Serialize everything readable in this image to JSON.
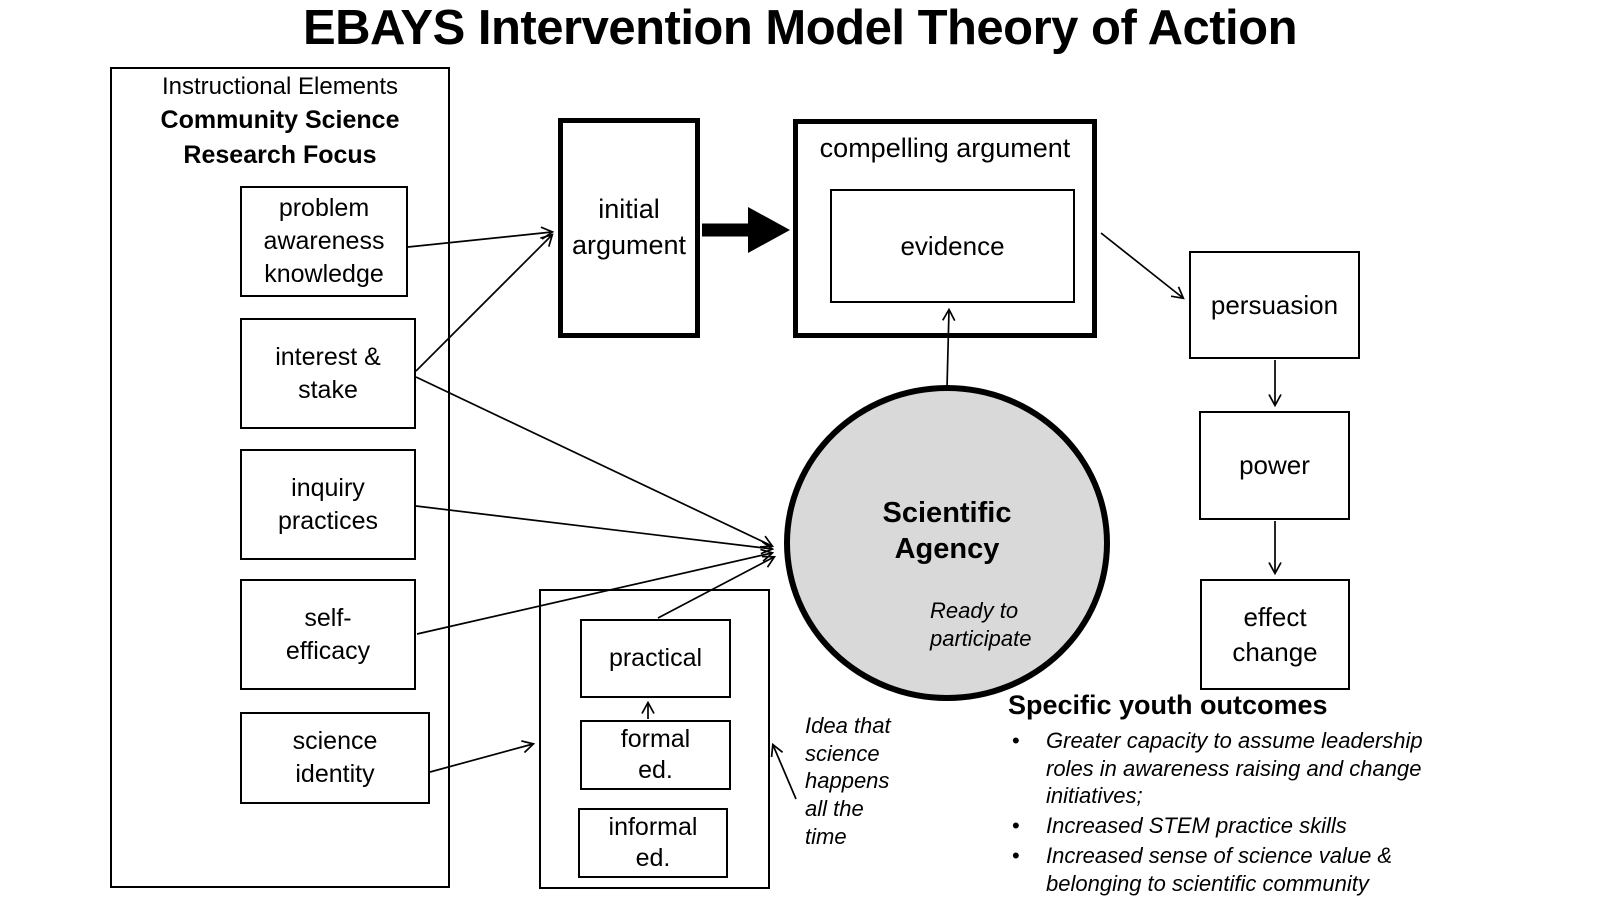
{
  "title": "EBAYS Intervention Model Theory of Action",
  "colors": {
    "circle_fill": "#d9d9d9",
    "ink": "#000000",
    "background": "#ffffff"
  },
  "left_panel": {
    "header": "Instructional Elements",
    "subheader": "Community Science\nResearch Focus",
    "boxes": [
      "problem\nawareness\nknowledge",
      "interest &\nstake",
      "inquiry\npractices",
      "self-\nefficacy",
      "science\nidentity"
    ]
  },
  "argument_flow": {
    "initial": "initial\nargument",
    "compelling_title": "compelling argument",
    "evidence": "evidence"
  },
  "outcome_chain": {
    "persuasion": "persuasion",
    "power": "power",
    "effect": "effect\nchange"
  },
  "agency_circle": {
    "title": "Scientific\nAgency",
    "subtitle": "Ready to\nparticipate"
  },
  "education": {
    "practical": "practical",
    "formal": "formal\ned.",
    "informal": "informal\ned."
  },
  "annotations": {
    "idea_note": "Idea that\nscience\nhappens\nall the\ntime"
  },
  "outcomes": {
    "heading": "Specific youth outcomes",
    "bullets": [
      "Greater capacity to assume leadership roles in awareness raising and change initiatives;",
      "Increased STEM practice skills",
      "Increased sense of science value & belonging to scientific community"
    ]
  }
}
